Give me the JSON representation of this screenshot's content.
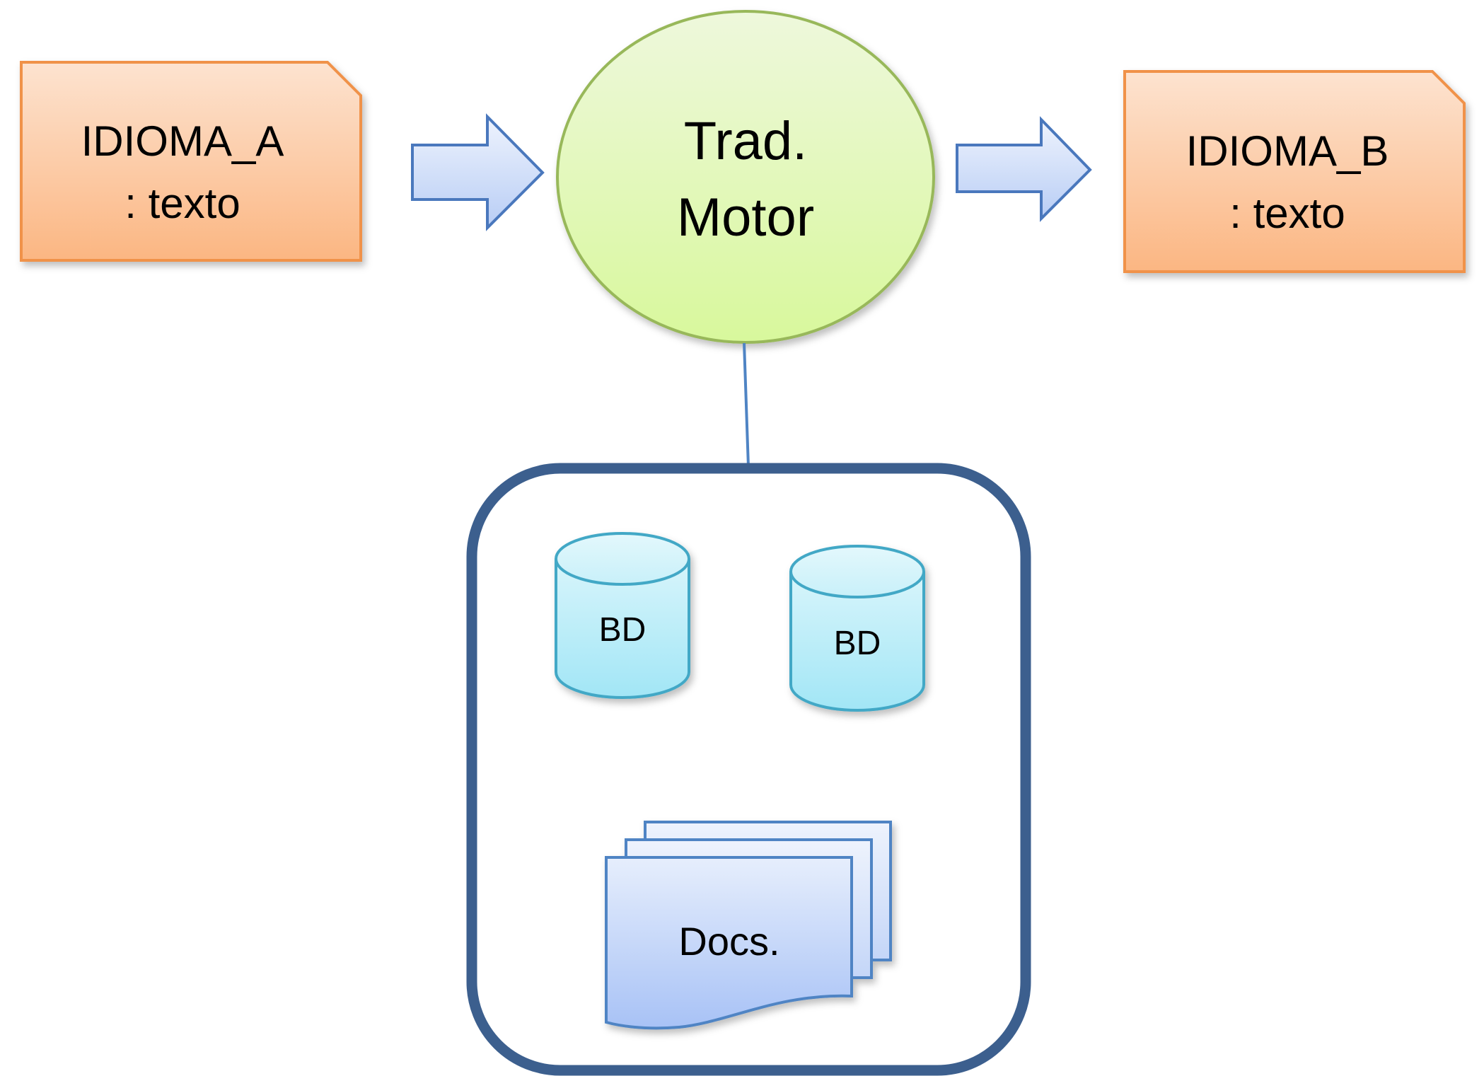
{
  "diagram": {
    "source_doc": {
      "line1": "IDIOMA_A",
      "line2": ": texto"
    },
    "engine": {
      "line1": "Trad.",
      "line2": "Motor"
    },
    "target_doc": {
      "line1": "IDIOMA_B",
      "line2": ": texto"
    },
    "resources": {
      "database_1": "BD",
      "database_2": "BD",
      "documents": "Docs."
    }
  },
  "colors": {
    "doc_fill_top": "#fde3d0",
    "doc_fill_bottom": "#fbb682",
    "doc_stroke": "#f0924a",
    "engine_fill_top": "#eef8dc",
    "engine_fill_bottom": "#d8f89c",
    "engine_stroke": "#98b85a",
    "arrow_fill_top": "#eef3fd",
    "arrow_fill_bottom": "#b8cdf5",
    "arrow_stroke": "#4a78bd",
    "container_stroke": "#3c5f8e",
    "cylinder_fill": "#a9e8f6",
    "cylinder_stroke": "#43a8c6",
    "docs_fill": "#b4cbf8",
    "docs_stroke": "#4f84c4",
    "connector": "#4f84c4"
  }
}
